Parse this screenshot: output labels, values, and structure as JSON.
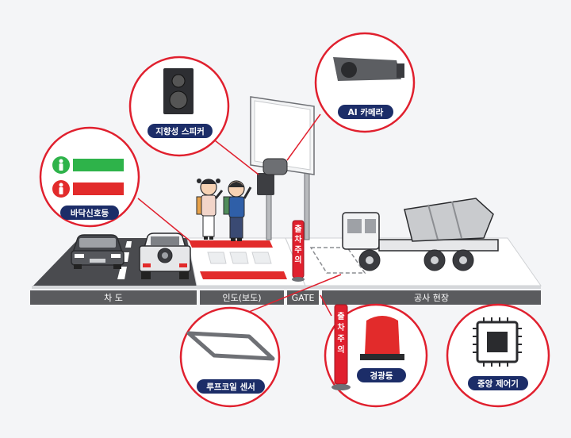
{
  "callouts": {
    "speaker": "지향성 스피커",
    "camera": "AI 카메라",
    "floor_signal": "바닥신호등",
    "loop_coil": "루프코일 센서",
    "warning_light": "경광등",
    "controller": "중앙 제어기"
  },
  "pole_text": [
    "출",
    "차",
    "주",
    "의"
  ],
  "zones": {
    "roadway": "차 도",
    "sidewalk": "인도(보도)",
    "gate": "GATE",
    "construction": "공사 현장"
  },
  "colors": {
    "accent_red": "#e0202e",
    "dark_gray": "#5a5b5e",
    "green": "#2eb34a",
    "red_led": "#e22b2b",
    "navy": "#1c2d68"
  }
}
